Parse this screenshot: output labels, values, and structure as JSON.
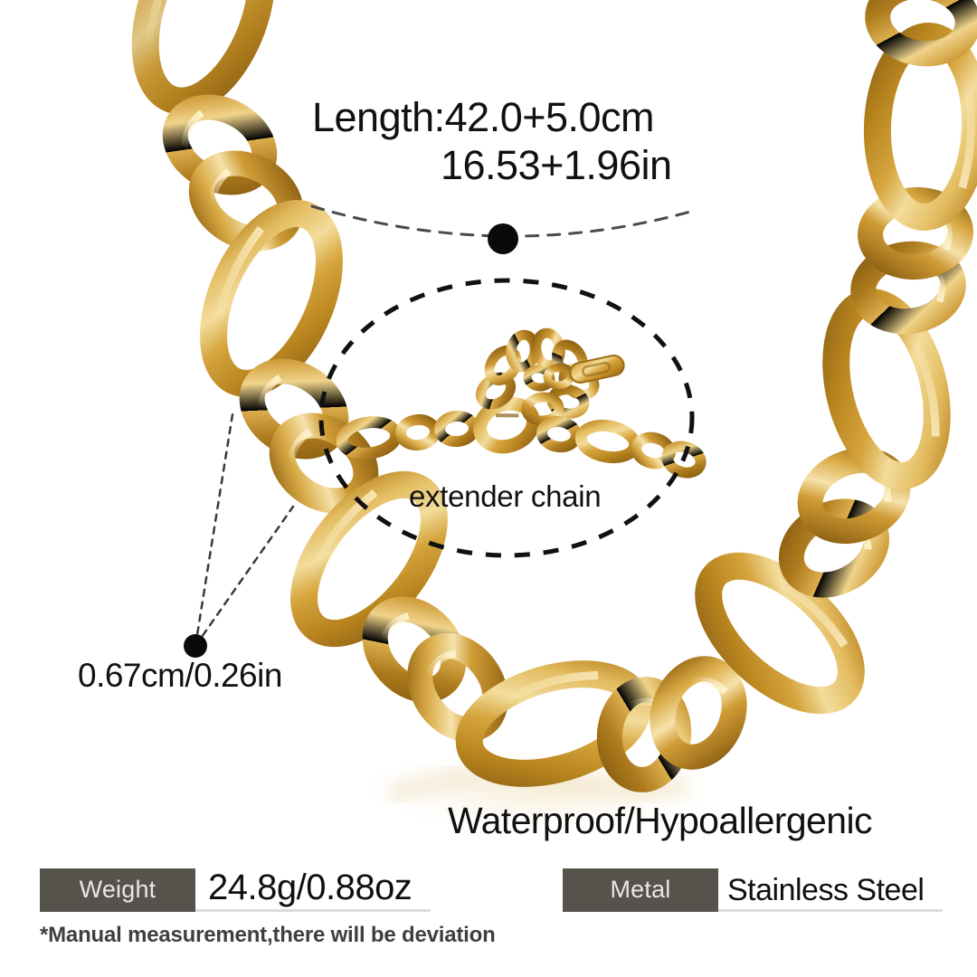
{
  "product": {
    "type": "figaro-chain-necklace",
    "metal_color": "#D3A23C"
  },
  "annotations": {
    "length_line1": "Length:42.0+5.0cm",
    "length_line2": "16.53+1.96in",
    "extender_label": "extender chain",
    "width_label": "0.67cm/0.26in",
    "feature_label": "Waterproof/Hypoallergenic"
  },
  "specs": [
    {
      "label": "Weight",
      "value": "24.8g/0.88oz"
    },
    {
      "label": "Metal",
      "value": "Stainless Steel"
    }
  ],
  "footnote": "*Manual measurement,there will be deviation",
  "colors": {
    "badge_bg": "#56534D",
    "badge_text": "#E9E7E3",
    "value_text": "#101010",
    "underline": "#DCDCDC",
    "dot": "#0A0A0A",
    "dash": "#111111",
    "gold_dark": "#A87722",
    "gold_mid": "#D3A23C",
    "gold_light": "#F0D487",
    "background": "#FFFFFF"
  }
}
